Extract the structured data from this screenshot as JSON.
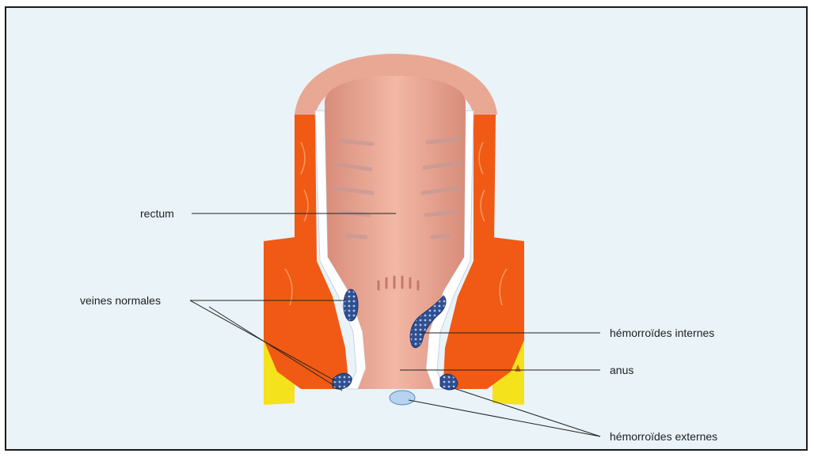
{
  "labels": {
    "rectum": "rectum",
    "veines_normales": "veines normales",
    "hemorroides_internes": "hémorroïdes internes",
    "anus": "anus",
    "hemorroides_externes": "hémorroïdes externes"
  },
  "colors": {
    "background": "#e9f3f8",
    "mucosa": "#e8a894",
    "mucosa_light": "#f2c2b2",
    "muscle": "#f05a14",
    "fat": "#f4e21c",
    "vein": "#3a5a9a",
    "lining": "#ffffff"
  }
}
